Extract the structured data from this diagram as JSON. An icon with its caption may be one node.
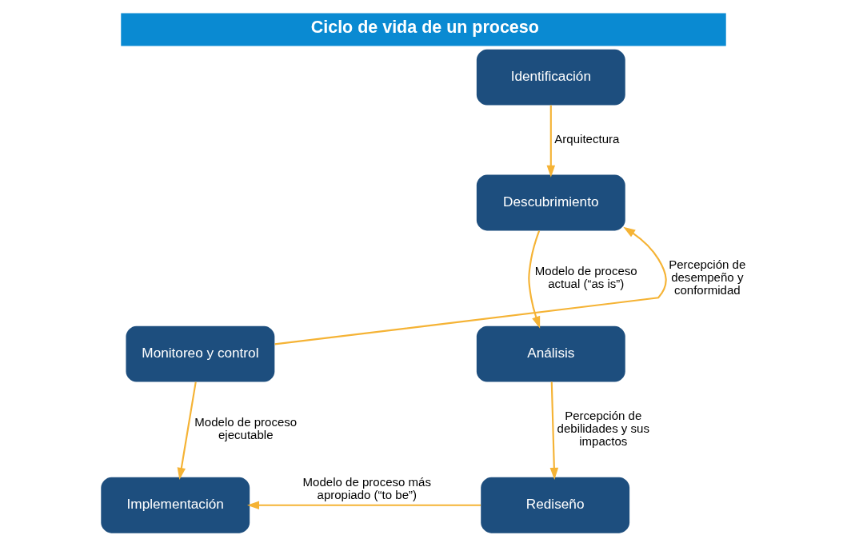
{
  "diagram": {
    "title": "Ciclo de vida de un proceso",
    "nodes": [
      {
        "text": [
          "Identificación"
        ]
      },
      {
        "text": [
          "Descubrimiento"
        ]
      },
      {
        "text": [
          "Análisis"
        ]
      },
      {
        "text": [
          "Rediseño"
        ]
      },
      {
        "text": [
          "Implementación"
        ]
      },
      {
        "text": [
          "Monitoreo y control"
        ]
      }
    ],
    "edges": [
      {
        "from": 0,
        "to": 1,
        "arrow": "to",
        "label": "Arquitectura"
      },
      {
        "from": 1,
        "to": 2,
        "arrow": "to",
        "label": "Modelo de proceso actual (“as is”)"
      },
      {
        "from": 2,
        "to": 3,
        "arrow": "to",
        "label": "Percepción de debilidades y sus impactos"
      },
      {
        "from": 3,
        "to": 4,
        "arrow": "to",
        "label": "Modelo de proceso más apropiado (“to be”)"
      },
      {
        "from": 5,
        "to": 4,
        "arrow": "to",
        "label": "Modelo de proceso ejecutable"
      },
      {
        "from": 5,
        "to": 1,
        "arrow": "to",
        "label": "Percepción de desempeño y conformidad"
      }
    ]
  }
}
